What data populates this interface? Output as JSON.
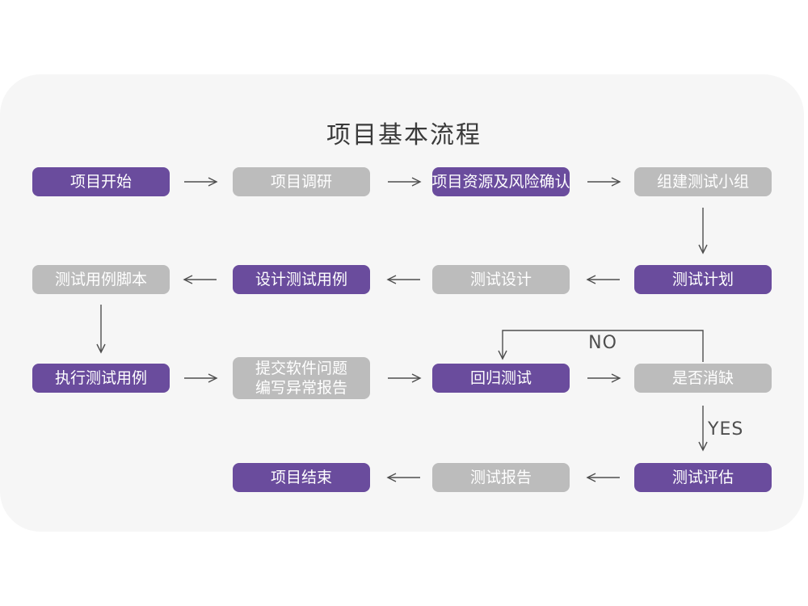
{
  "type": "flowchart",
  "title": "项目基本流程",
  "colors": {
    "purple": "#6A4C9D",
    "gray": "#BCBCBC",
    "card_bg": "#F6F6F6",
    "arrow": "#4F4F4F",
    "title_text": "#3A3A3A"
  },
  "labels": {
    "no": "NO",
    "yes": "YES"
  },
  "nodes": [
    {
      "label": "项目开始",
      "variant": "purple"
    },
    {
      "label": "项目调研",
      "variant": "gray"
    },
    {
      "label": "项目资源及风险确认",
      "variant": "purple"
    },
    {
      "label": "组建测试小组",
      "variant": "gray"
    },
    {
      "label": "测试计划",
      "variant": "purple"
    },
    {
      "label": "测试设计",
      "variant": "gray"
    },
    {
      "label": "设计测试用例",
      "variant": "purple"
    },
    {
      "label": "测试用例脚本",
      "variant": "gray"
    },
    {
      "label": "执行测试用例",
      "variant": "purple"
    },
    {
      "label": "提交软件问题",
      "label2": "编写异常报告",
      "variant": "gray"
    },
    {
      "label": "回归测试",
      "variant": "purple"
    },
    {
      "label": "是否消缺",
      "variant": "gray"
    },
    {
      "label": "测试评估",
      "variant": "purple"
    },
    {
      "label": "测试报告",
      "variant": "gray"
    },
    {
      "label": "项目结束",
      "variant": "purple"
    }
  ],
  "edges": [
    {
      "from": "项目开始",
      "to": "项目调研"
    },
    {
      "from": "项目调研",
      "to": "项目资源及风险确认"
    },
    {
      "from": "项目资源及风险确认",
      "to": "组建测试小组"
    },
    {
      "from": "组建测试小组",
      "to": "测试计划"
    },
    {
      "from": "测试计划",
      "to": "测试设计"
    },
    {
      "from": "测试设计",
      "to": "设计测试用例"
    },
    {
      "from": "设计测试用例",
      "to": "测试用例脚本"
    },
    {
      "from": "测试用例脚本",
      "to": "执行测试用例"
    },
    {
      "from": "执行测试用例",
      "to": "提交软件问题 编写异常报告"
    },
    {
      "from": "提交软件问题 编写异常报告",
      "to": "回归测试"
    },
    {
      "from": "回归测试",
      "to": "是否消缺"
    },
    {
      "from": "是否消缺",
      "to": "回归测试",
      "label": "NO"
    },
    {
      "from": "是否消缺",
      "to": "测试评估",
      "label": "YES"
    },
    {
      "from": "测试评估",
      "to": "测试报告"
    },
    {
      "from": "测试报告",
      "to": "项目结束"
    }
  ]
}
